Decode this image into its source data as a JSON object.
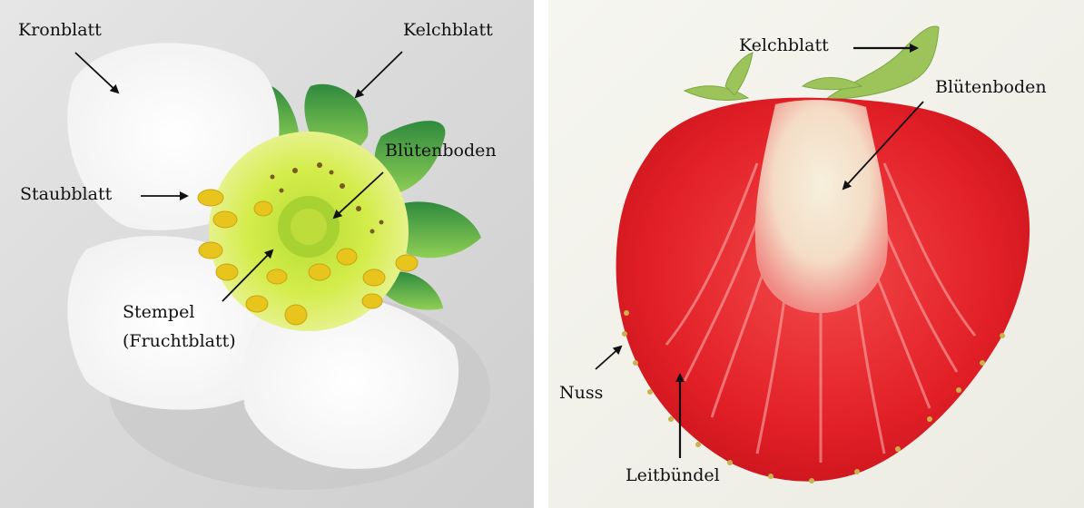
{
  "flower_panel": {
    "labels": {
      "kronblatt": "Kronblatt",
      "kelchblatt": "Kelchblatt",
      "bluetenboden": "Blütenboden",
      "staubblatt": "Staubblatt",
      "stempel": "Stempel",
      "fruchtblatt": "(Fruchtblatt)"
    }
  },
  "fruit_panel": {
    "labels": {
      "kelchblatt": "Kelchblatt",
      "bluetenboden": "Blütenboden",
      "nuss": "Nuss",
      "leitbuendel": "Leitbündel"
    }
  },
  "colors": {
    "petal": "#ffffff",
    "sepal": "#3d9e4a",
    "receptacle": "#c8e63a",
    "anther": "#e8c51c",
    "fruit_red": "#e8202a",
    "fruit_core": "#f4e8d2",
    "background_left": "#dcdcdc",
    "background_right": "#f3f2ec"
  }
}
